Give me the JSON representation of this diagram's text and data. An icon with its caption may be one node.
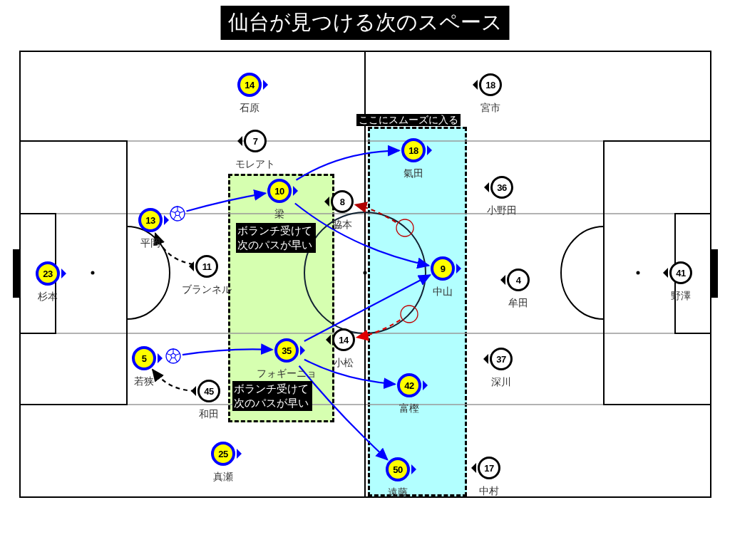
{
  "diagram": {
    "title": "仙台が見つける次のスペース",
    "nodes": [
      {
        "text": [],
        "shape": "box"
      },
      {
        "text": [
          "ボランチ受けて次のパスが早い"
        ],
        "in": 0
      },
      {
        "text": [
          "ボランチ受けて次のパスが早い"
        ],
        "in": 0
      },
      {
        "text": [
          "ここにスムーズに入る"
        ]
      },
      {
        "text": [
          "14"
        ],
        "beside": [
          "石原"
        ]
      },
      {
        "text": [
          "18"
        ],
        "beside": [
          "宮市"
        ]
      },
      {
        "text": [
          "7"
        ],
        "beside": [
          "モレアト"
        ]
      },
      {
        "text": [
          "18"
        ],
        "beside": [
          "氣田"
        ],
        "in": 3
      },
      {
        "text": [
          "10"
        ],
        "beside": [
          "梁"
        ],
        "in": 0
      },
      {
        "text": [
          "36"
        ],
        "beside": [
          "小野田"
        ]
      },
      {
        "text": [
          "8"
        ],
        "beside": [
          "脇本"
        ]
      },
      {
        "text": [
          "13"
        ],
        "beside": [
          "平岡"
        ]
      },
      {
        "text": [],
        "shape": "ball"
      },
      {
        "text": [],
        "shape": "circle",
        "in": 3
      },
      {
        "text": [
          "11"
        ],
        "beside": [
          "ブランネル"
        ]
      },
      {
        "text": [
          "23"
        ],
        "beside": [
          "杉本"
        ]
      },
      {
        "text": [
          "9"
        ],
        "beside": [
          "中山"
        ],
        "in": 3
      },
      {
        "text": [
          "4"
        ],
        "beside": [
          "牟田"
        ]
      },
      {
        "text": [
          "41"
        ],
        "beside": [
          "野澤"
        ]
      },
      {
        "text": [],
        "shape": "circle",
        "in": 3
      },
      {
        "text": [
          "14"
        ],
        "beside": [
          "小松"
        ]
      },
      {
        "text": [
          "5"
        ],
        "beside": [
          "若狭"
        ]
      },
      {
        "text": [],
        "shape": "ball"
      },
      {
        "text": [
          "35"
        ],
        "beside": [
          "フォギーニョ"
        ],
        "in": 0
      },
      {
        "text": [
          "37"
        ],
        "beside": [
          "深川"
        ]
      },
      {
        "text": [
          "42"
        ],
        "beside": [
          "富樫"
        ],
        "in": 3
      },
      {
        "text": [
          "45"
        ],
        "beside": [
          "和田"
        ]
      },
      {
        "text": [
          "25"
        ],
        "beside": [
          "真瀬"
        ]
      },
      {
        "text": [
          "50"
        ],
        "beside": [
          "遠藤"
        ],
        "in": 3
      },
      {
        "text": [
          "17"
        ],
        "beside": [
          "中村"
        ]
      }
    ],
    "edges": [
      {
        "from": 12,
        "to": 8,
        "arrow": "to"
      },
      {
        "from": 8,
        "to": 7,
        "arrow": "to"
      },
      {
        "from": 8,
        "to": 16,
        "arrow": "to"
      },
      {
        "from": 23,
        "to": 16,
        "arrow": "to"
      },
      {
        "from": 22,
        "to": 23,
        "arrow": "to"
      },
      {
        "from": 23,
        "to": 25,
        "arrow": "to"
      },
      {
        "from": 23,
        "to": 28,
        "arrow": "to"
      },
      {
        "from": 14,
        "to": 11,
        "arrow": "to",
        "style": "dashed",
        "color": "#000000"
      },
      {
        "from": 26,
        "to": 21,
        "arrow": "to",
        "style": "dashed",
        "color": "#000000"
      },
      {
        "from": 13,
        "to": 10,
        "arrow": "to",
        "style": "dashed",
        "color": "#b00000"
      },
      {
        "from": 19,
        "to": 20,
        "arrow": "to",
        "style": "dashed",
        "color": "#e00000"
      }
    ]
  }
}
